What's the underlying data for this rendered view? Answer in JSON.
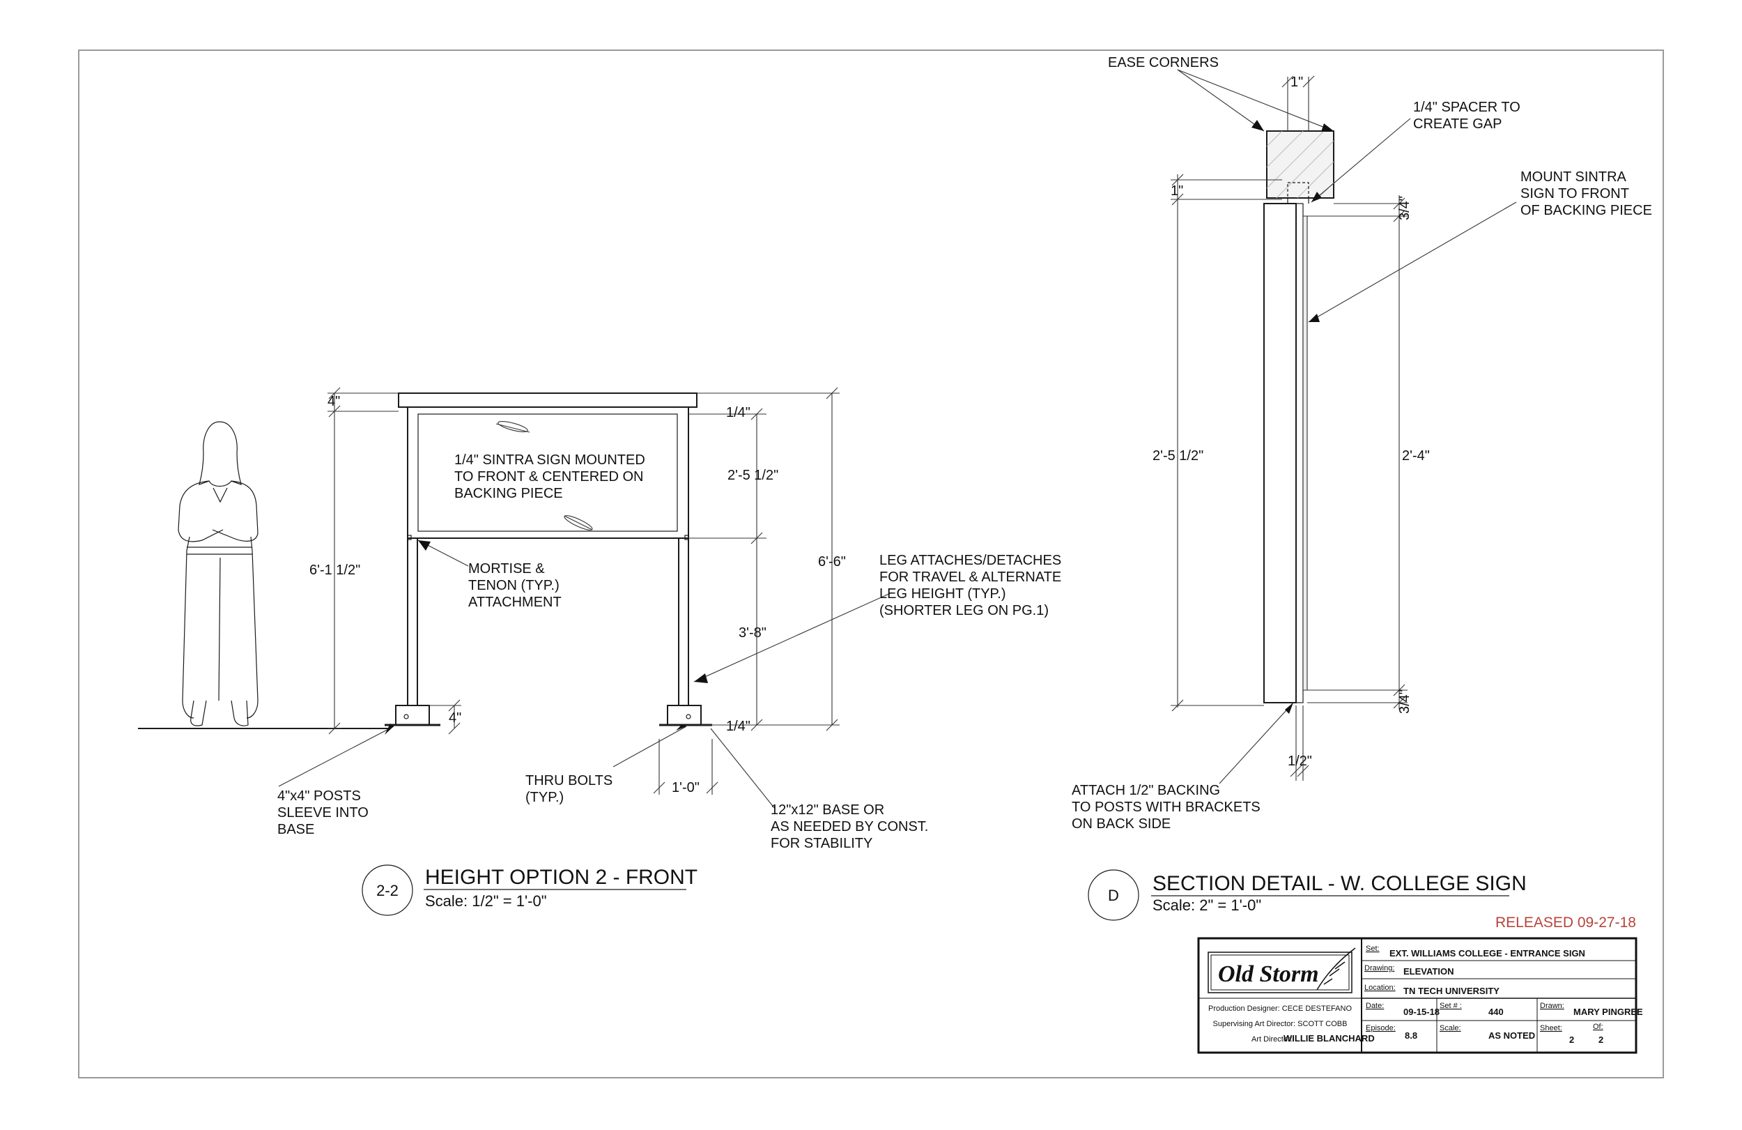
{
  "elevation": {
    "callouts": {
      "sign": [
        "1/4\" SINTRA SIGN MOUNTED",
        "TO FRONT & CENTERED ON",
        "BACKING PIECE"
      ],
      "mortise": [
        "MORTISE &",
        "TENON (TYP.)",
        "ATTACHMENT"
      ],
      "leg": [
        "LEG ATTACHES/DETACHES",
        "FOR TRAVEL & ALTERNATE",
        "LEG HEIGHT (TYP.)",
        "(SHORTER LEG ON PG.1)"
      ],
      "posts": [
        "4\"x4\" POSTS",
        "SLEEVE INTO",
        "BASE"
      ],
      "bolts": [
        "THRU BOLTS",
        "(TYP.)"
      ],
      "base": [
        "12\"x12\" BASE OR",
        "AS NEEDED BY CONST.",
        "FOR STABILITY"
      ]
    },
    "dims": {
      "top_4": "4\"",
      "height_left": "6'-1 1/2\"",
      "base_4": "4\"",
      "top_quarter": "1/4\"",
      "sign_height": "2'-5 1/2\"",
      "leg_height": "3'-8\"",
      "overall": "6'-6\"",
      "bottom_quarter": "1/4\"",
      "base_width": "1'-0\""
    },
    "title_block": {
      "tag": "2-2",
      "title": "HEIGHT OPTION 2 - FRONT",
      "scale": "Scale: 1/2\" = 1'-0\""
    }
  },
  "section": {
    "callouts": {
      "ease": "EASE CORNERS",
      "spacer": [
        "1/4\" SPACER TO",
        "CREATE GAP"
      ],
      "mount": [
        "MOUNT SINTRA",
        "SIGN TO FRONT",
        "OF BACKING PIECE"
      ],
      "attach": [
        "ATTACH 1/2\" BACKING",
        "TO POSTS WITH BRACKETS",
        "ON BACK SIDE"
      ]
    },
    "dims": {
      "top_1": "1\"",
      "side_1": "1\"",
      "three_quarter_top": "3/4\"",
      "height_left": "2'-5 1/2\"",
      "height_right": "2'-4\"",
      "three_quarter_bottom": "3/4\"",
      "half": "1/2\""
    },
    "title_block": {
      "tag": "D",
      "title": "SECTION DETAIL - W. COLLEGE SIGN",
      "scale": "Scale: 2\" = 1'-0\""
    }
  },
  "released": "RELEASED 09-27-18",
  "titleblock": {
    "logo_text": "Old Storm",
    "credits": {
      "production_designer": "Production Designer: CECE DESTEFANO",
      "supervising_art_director": "Supervising Art Director: SCOTT COBB",
      "art_director_label": "Art Director:",
      "art_director": "WILLIE BLANCHARD"
    },
    "set_label": "Set:",
    "set_value": "EXT. WILLIAMS COLLEGE - ENTRANCE SIGN",
    "drawing_label": "Drawing:",
    "drawing_value": "ELEVATION",
    "location_label": "Location:",
    "location_value": "TN TECH UNIVERSITY",
    "date_label": "Date:",
    "date_value": "09-15-18",
    "setno_label": "Set # :",
    "setno_value": "440",
    "drawn_label": "Drawn:",
    "drawn_value": "MARY PINGREE",
    "episode_label": "Episode:",
    "episode_value": "8.8",
    "scale_label": "Scale:",
    "scale_value": "AS NOTED",
    "sheet_label": "Sheet:",
    "sheet_value": "2",
    "of_label": "Of:",
    "of_value": "2"
  },
  "colors": {
    "line": "#1a1a1a",
    "released": "#b5443a",
    "border": "#9a9a9a"
  }
}
